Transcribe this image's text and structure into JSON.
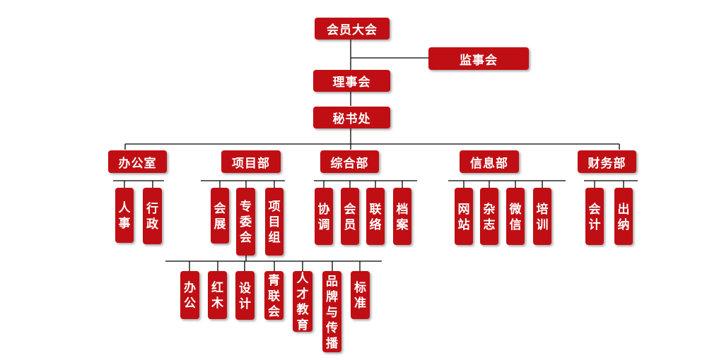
{
  "org": {
    "assembly": "会员大会",
    "supervisors": "监事会",
    "council": "理事会",
    "secretariat": "秘书处",
    "departments": [
      "办公室",
      "项目部",
      "综合部",
      "信息部",
      "财务部"
    ],
    "office_units": [
      "人\n事",
      "行\n政"
    ],
    "project_units": [
      "会\n展",
      "专\n委\n会",
      "项\n目\n组"
    ],
    "general_units": [
      "协\n调",
      "会\n员",
      "联\n络",
      "档\n案"
    ],
    "info_units": [
      "网\n站",
      "杂\n志",
      "微\n信",
      "培\n训"
    ],
    "finance_units": [
      "会\n计",
      "出\n纳"
    ],
    "committees": [
      "办\n公",
      "红\n木",
      "设\n计",
      "青\n联\n会",
      "人\n才\n教\n育",
      "品\n牌\n与\n传\n播",
      "标\n准"
    ]
  },
  "colors": {
    "box": "#c00f14",
    "text": "#ffffff",
    "line": "#000000"
  }
}
